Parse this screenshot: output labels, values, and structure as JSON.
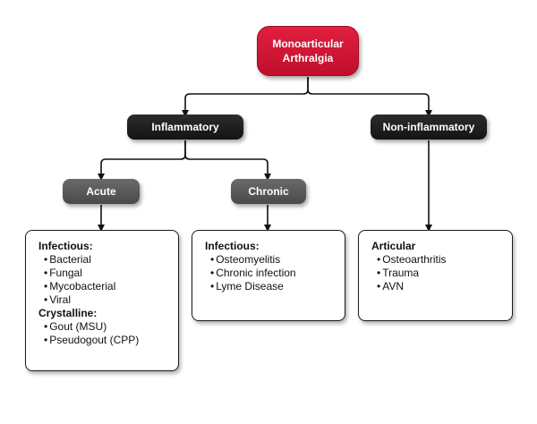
{
  "root": {
    "line1": "Monoarticular",
    "line2": "Arthralgia"
  },
  "inflammatory": {
    "label": "Inflammatory"
  },
  "non_inflammatory": {
    "label": "Non-inflammatory"
  },
  "acute": {
    "label": "Acute"
  },
  "chronic": {
    "label": "Chronic"
  },
  "acute_box": {
    "sections": [
      {
        "heading": "Infectious:",
        "items": [
          "Bacterial",
          "Fungal",
          "Mycobacterial",
          "Viral"
        ]
      },
      {
        "heading": "Crystalline:",
        "items": [
          "Gout (MSU)",
          "Pseudogout (CPP)"
        ]
      }
    ]
  },
  "chronic_box": {
    "sections": [
      {
        "heading": "Infectious:",
        "items": [
          "Osteomyelitis",
          "Chronic infection",
          "Lyme Disease"
        ]
      }
    ]
  },
  "noninflam_box": {
    "sections": [
      {
        "heading": "Articular",
        "items": [
          "Osteoarthritis",
          "Trauma",
          "AVN"
        ]
      }
    ]
  },
  "colors": {
    "root": "#d01535",
    "dark": "#1e1e1e",
    "grey": "#5a5a5a",
    "edge": "#111111"
  }
}
